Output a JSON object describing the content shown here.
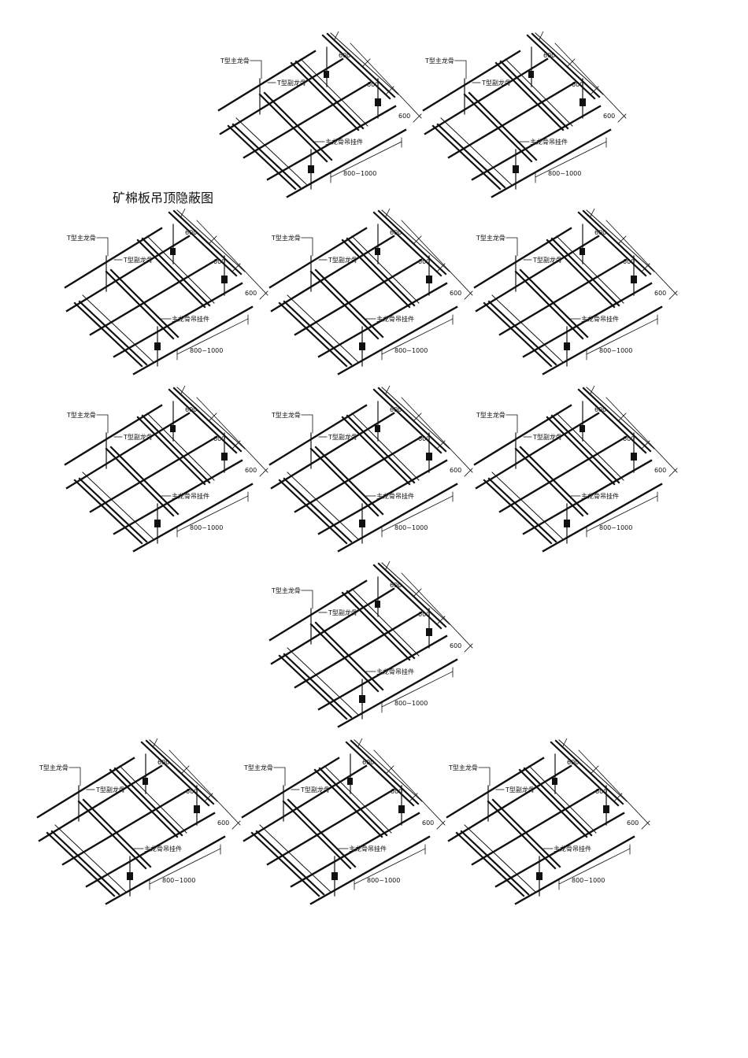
{
  "page": {
    "title": "矿棉板吊顶隐蔽图"
  },
  "diagram": {
    "labels": {
      "main_runner": "T型主龙骨",
      "cross_tee": "T型副龙骨",
      "hanger": "主龙骨吊挂件"
    },
    "dimensions": {
      "d1": "600",
      "d2": "600",
      "d3": "600",
      "span": "800~1000"
    },
    "count": 12
  },
  "colors": {
    "line": "#111111",
    "background": "#ffffff"
  }
}
